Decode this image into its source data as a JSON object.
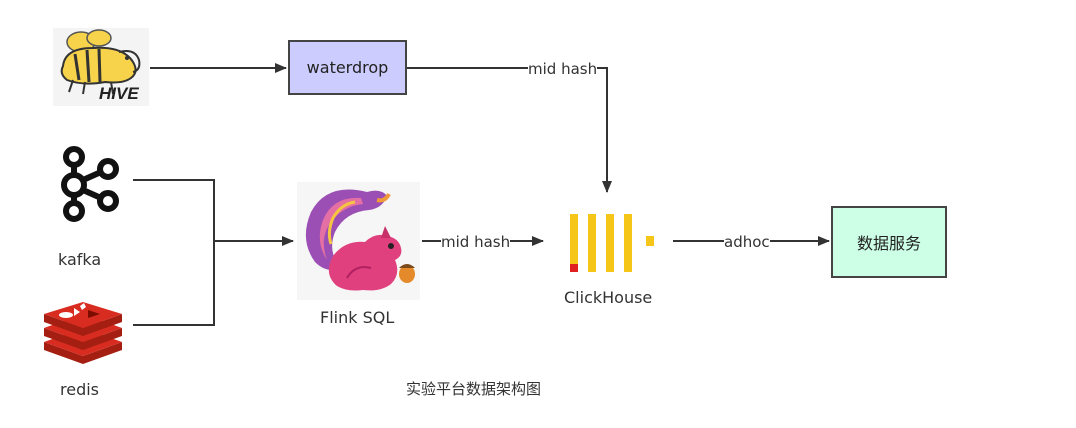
{
  "nodes": {
    "hive": {
      "label": "HIVE",
      "icon": "hive-bee-icon"
    },
    "waterdrop": {
      "label": "waterdrop",
      "fill": "#ccccff"
    },
    "kafka": {
      "label": "kafka",
      "icon": "kafka-icon"
    },
    "redis": {
      "label": "redis",
      "icon": "redis-icon"
    },
    "flink": {
      "label": "Flink SQL",
      "icon": "flink-squirrel-icon"
    },
    "clickhouse": {
      "label": "ClickHouse",
      "icon": "clickhouse-icon"
    },
    "data_service": {
      "label": "数据服务",
      "fill": "#ccffe6"
    }
  },
  "edges": {
    "waterdrop_to_clickhouse": "mid hash",
    "flink_to_clickhouse": "mid hash",
    "clickhouse_to_service": "adhoc"
  },
  "caption": "实验平台数据架构图",
  "colors": {
    "line": "#333333",
    "clickhouse_yellow": "#f5c518",
    "clickhouse_red": "#e02020",
    "redis_red": "#cc2222",
    "hive_yellow": "#f6d34a"
  }
}
